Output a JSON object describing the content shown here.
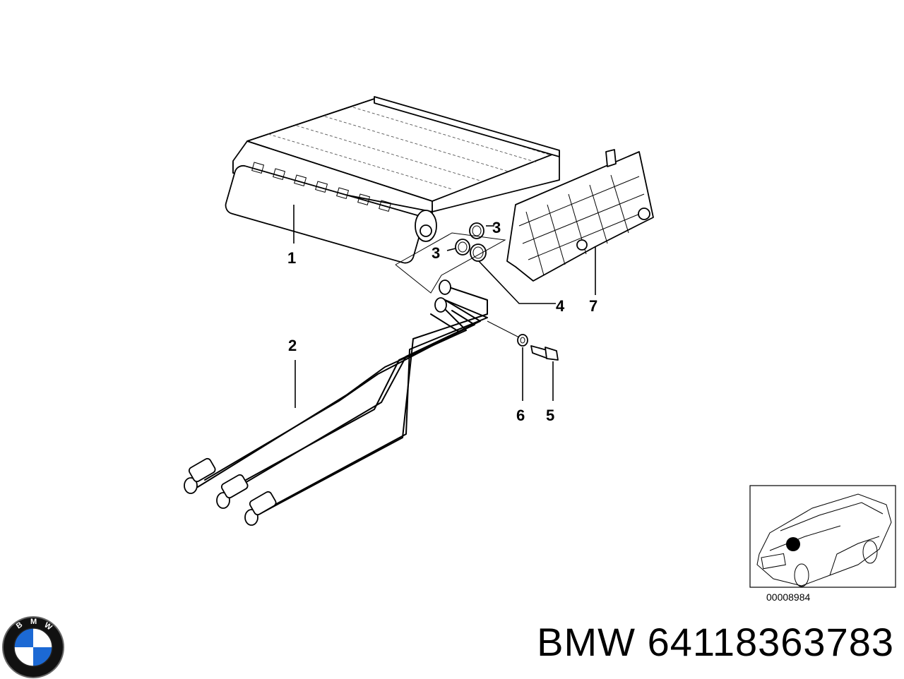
{
  "brand": "BMW",
  "part_number": "64118363783",
  "diagram_ref": "00008984",
  "logo_letters": "BMW",
  "callouts": {
    "c1": "1",
    "c2": "2",
    "c3a": "3",
    "c3b": "3",
    "c4": "4",
    "c5": "5",
    "c6": "6",
    "c7": "7"
  },
  "colors": {
    "line": "#000000",
    "background": "#ffffff",
    "logo_blue": "#1c69d4"
  }
}
